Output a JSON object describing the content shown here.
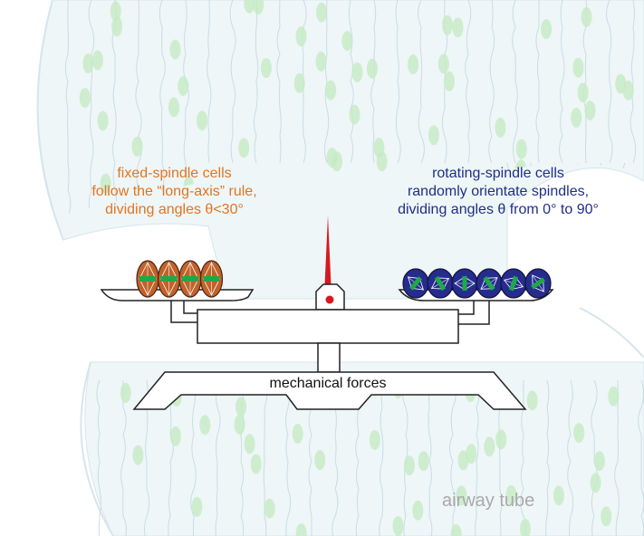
{
  "colors": {
    "fixed_text": "#e2751e",
    "rotating_text": "#1f2f86",
    "tissue_bg": "#eef6f8",
    "tissue_line": "#c9dde4",
    "nucleus": "#c6ebc3",
    "fixed_cell": "#c1622a",
    "rotating_cell": "#262c8e",
    "spindle": "#1fa84a",
    "needle": "#d7191f",
    "tube_label": "#a9a9a9"
  },
  "labels": {
    "fixed": {
      "line1": "fixed-spindle cells",
      "line2": "follow the “long-axis” rule,",
      "line3": "dividing angles θ<30°"
    },
    "rotating": {
      "line1": "rotating-spindle cells",
      "line2": "randomly orientate spindles,",
      "line3": "dividing angles θ from 0° to 90°"
    },
    "mechanical": "mechanical forces",
    "airway": "airway tube"
  },
  "cells": {
    "fixed_count": 4,
    "rotating_count": 6
  }
}
